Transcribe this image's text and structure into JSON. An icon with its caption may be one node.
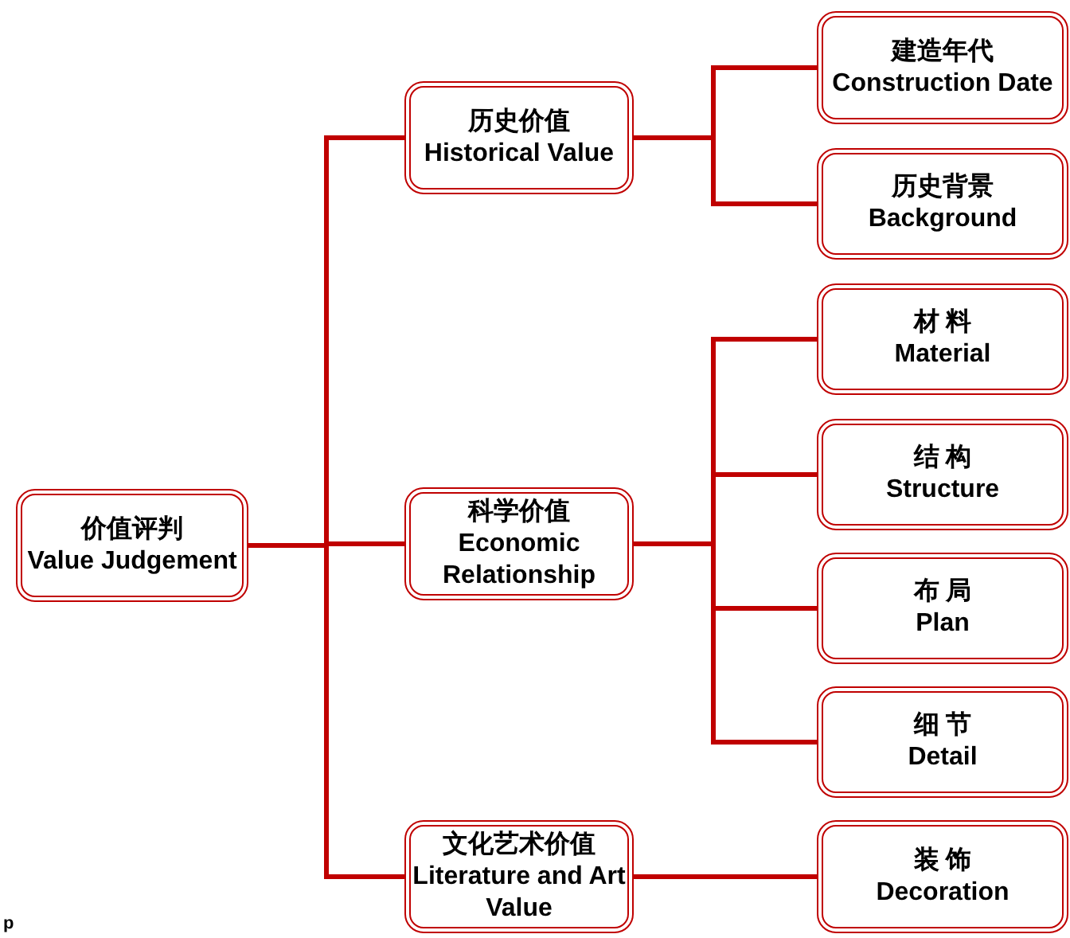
{
  "diagram": {
    "nodes": [
      {
        "text": [
          "价值评判",
          "Value Judgement"
        ]
      },
      {
        "text": [
          "历史价值",
          "Historical Value"
        ]
      },
      {
        "text": [
          "科学价值",
          "Economic Relationship"
        ]
      },
      {
        "text": [
          "文化艺术价值",
          "Literature and Art Value"
        ]
      },
      {
        "text": [
          "建造年代",
          "Construction Date"
        ]
      },
      {
        "text": [
          "历史背景",
          "Background"
        ]
      },
      {
        "text": [
          "材 料",
          "Material"
        ]
      },
      {
        "text": [
          "结 构",
          "Structure"
        ]
      },
      {
        "text": [
          "布 局",
          "Plan"
        ]
      },
      {
        "text": [
          "细 节",
          "Detail"
        ]
      },
      {
        "text": [
          "装 饰",
          "Decoration"
        ]
      }
    ],
    "edges": [
      {
        "from": 0,
        "to": 1,
        "arrow": "none"
      },
      {
        "from": 0,
        "to": 2,
        "arrow": "none"
      },
      {
        "from": 0,
        "to": 3,
        "arrow": "none"
      },
      {
        "from": 1,
        "to": 4,
        "arrow": "none"
      },
      {
        "from": 1,
        "to": 5,
        "arrow": "none"
      },
      {
        "from": 2,
        "to": 6,
        "arrow": "none"
      },
      {
        "from": 2,
        "to": 7,
        "arrow": "none"
      },
      {
        "from": 2,
        "to": 8,
        "arrow": "none"
      },
      {
        "from": 2,
        "to": 9,
        "arrow": "none"
      },
      {
        "from": 3,
        "to": 10,
        "arrow": "none"
      }
    ],
    "labels": [
      "p"
    ]
  }
}
